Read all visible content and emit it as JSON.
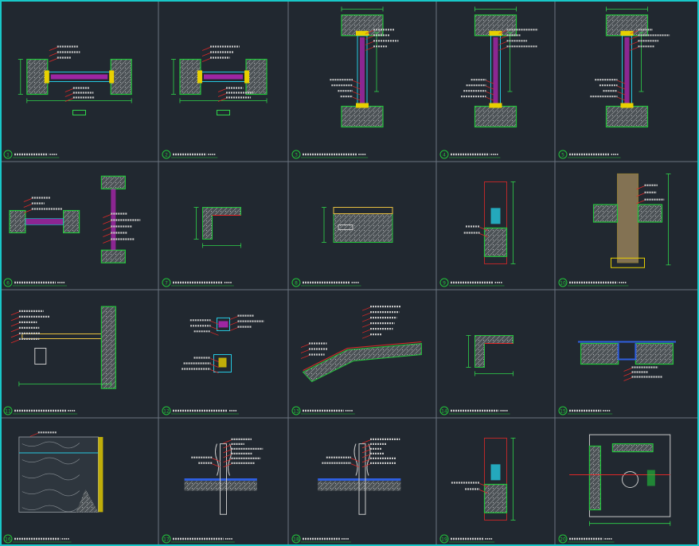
{
  "sheet": {
    "background": "#212830",
    "frame_color": "#18c8c8",
    "grid_color": "#6b7480",
    "columns": 5,
    "rows": 4
  },
  "colors": {
    "hatch": "#8a8f92",
    "wall_outline": "#22c43a",
    "dimension": "#2fd44a",
    "leader": "#e8e8e8",
    "accent_red": "#e02828",
    "accent_magenta": "#d424d4",
    "accent_yellow": "#e8d000",
    "accent_blue": "#2f5fe0",
    "accent_cyan": "#26c8e0",
    "accent_orange": "#e8c040",
    "label_text": "#c8c8c8"
  },
  "details": [
    {
      "number": "1",
      "type": "window-plan"
    },
    {
      "number": "2",
      "type": "window-plan"
    },
    {
      "number": "3",
      "type": "vertical-section"
    },
    {
      "number": "4",
      "type": "vertical-section"
    },
    {
      "number": "5",
      "type": "vertical-section"
    },
    {
      "number": "6",
      "type": "plan-and-section"
    },
    {
      "number": "7",
      "type": "corner"
    },
    {
      "number": "8",
      "type": "slab-edge"
    },
    {
      "number": "9",
      "type": "wall-junction"
    },
    {
      "number": "10",
      "type": "column"
    },
    {
      "number": "11",
      "type": "eave"
    },
    {
      "number": "12",
      "type": "profile"
    },
    {
      "number": "13",
      "type": "slope"
    },
    {
      "number": "14",
      "type": "corner"
    },
    {
      "number": "15",
      "type": "gutter"
    },
    {
      "number": "16",
      "type": "stone-wall"
    },
    {
      "number": "17",
      "type": "pipe-joint"
    },
    {
      "number": "18",
      "type": "pipe-joint"
    },
    {
      "number": "19",
      "type": "wall-junction"
    },
    {
      "number": "20",
      "type": "drain"
    }
  ]
}
